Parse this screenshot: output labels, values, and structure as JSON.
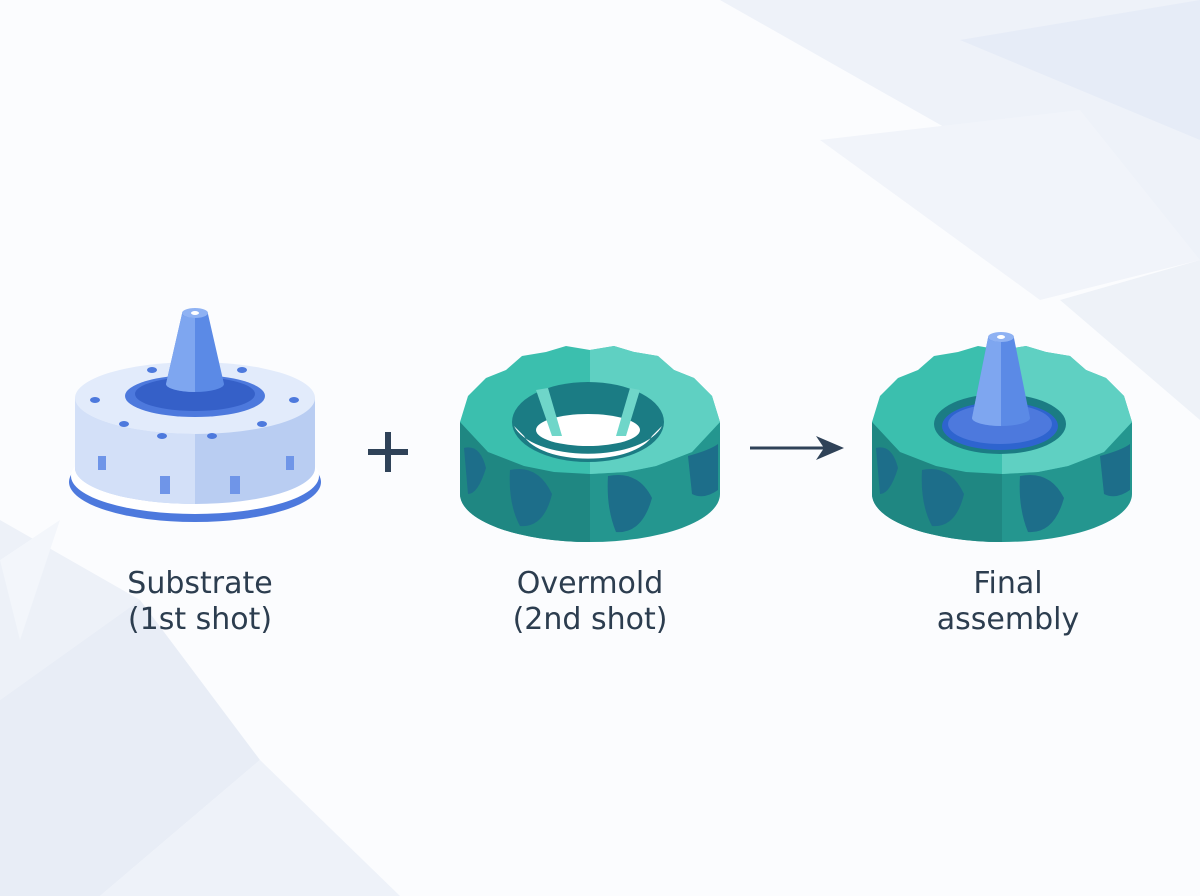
{
  "diagram": {
    "items": [
      {
        "icon": "substrate-part-icon",
        "label_line1": "Substrate",
        "label_line2": "(1st shot)"
      },
      {
        "icon": "overmold-part-icon",
        "label_line1": "Overmold",
        "label_line2": "(2nd shot)"
      },
      {
        "icon": "final-assembly-part-icon",
        "label_line1": "Final",
        "label_line2": "assembly"
      }
    ],
    "operators": {
      "plus": "plus-icon",
      "arrow": "arrow-right-icon"
    }
  },
  "colors": {
    "substrate_body": "#c9d8f6",
    "substrate_accent": "#4d79dd",
    "overmold_body": "#2aa59f",
    "overmold_highlight": "#5fd0c2",
    "operator": "#2f4258",
    "label_text": "#2c3d4f"
  }
}
